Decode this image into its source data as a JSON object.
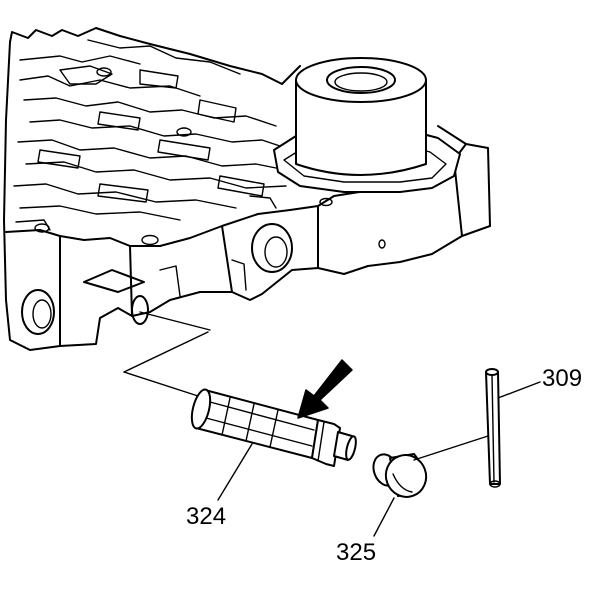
{
  "callouts": [
    {
      "id": "309",
      "text": "309"
    },
    {
      "id": "324",
      "text": "324"
    },
    {
      "id": "325",
      "text": "325"
    }
  ],
  "icons": {
    "arrow": "indicator-arrow-icon"
  }
}
